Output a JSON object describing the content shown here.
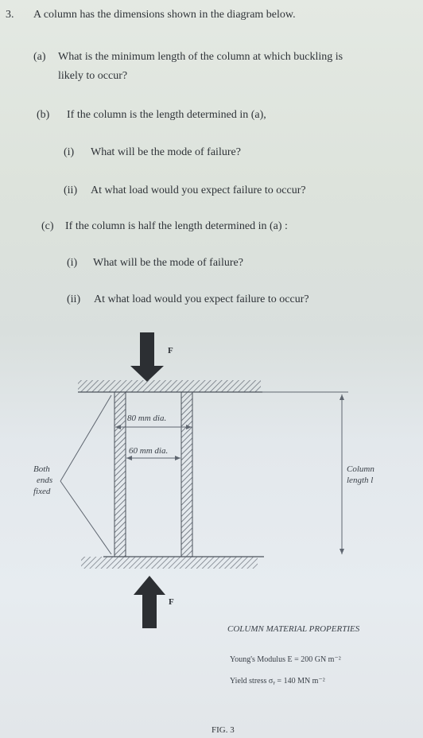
{
  "question": {
    "number": "3.",
    "intro": "A column has the dimensions shown in the diagram below.",
    "a": {
      "label": "(a)",
      "text_line1": "What is the minimum length of the column at which buckling is",
      "text_line2": "likely to occur?"
    },
    "b": {
      "label": "(b)",
      "text": "If the column is the length determined in (a),",
      "i_label": "(i)",
      "i_text": "What will be the mode of failure?",
      "ii_label": "(ii)",
      "ii_text": "At what load would you expect failure to occur?"
    },
    "c": {
      "label": "(c)",
      "text": "If the column is half the length determined in (a) :",
      "i_label": "(i)",
      "i_text": "What will be the mode of failure?",
      "ii_label": "(ii)",
      "ii_text": "At what load would you expect failure to occur?"
    }
  },
  "diagram": {
    "force_top": "F",
    "force_bottom": "F",
    "outer_dia": "80 mm dia.",
    "inner_dia": "60 mm dia.",
    "both_ends_line1": "Both",
    "both_ends_line2": "ends",
    "both_ends_line3": "fixed",
    "column_length_line1": "Column",
    "column_length_line2": "length l"
  },
  "material": {
    "heading": "COLUMN MATERIAL PROPERTIES",
    "youngs": "Young's Modulus  E  =  200 GN m⁻²",
    "yield": "Yield stress  σᵧ  =  140 MN m⁻²"
  },
  "figure_caption": "FIG. 3"
}
